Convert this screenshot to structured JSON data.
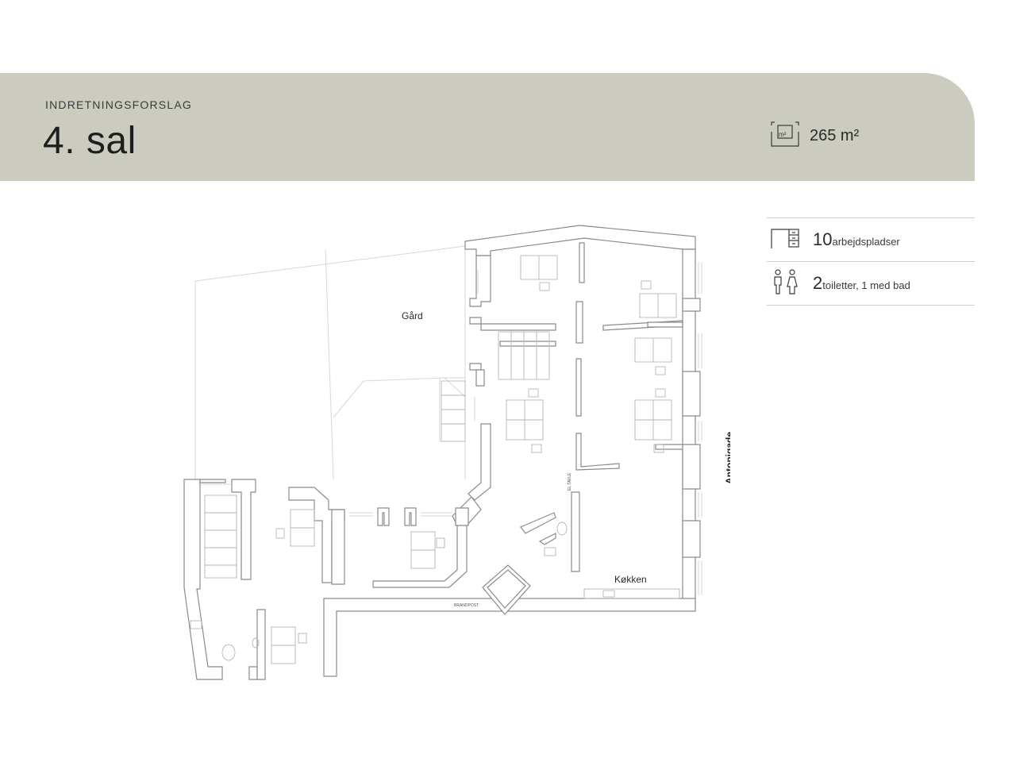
{
  "header": {
    "subtitle": "INDRETNINGSFORSLAG",
    "title": "4. sal",
    "area_value": "265 m²",
    "area_icon": "floor-area-icon"
  },
  "stats": [
    {
      "icon": "workspace-desk-icon",
      "number": "10",
      "label": "arbejdspladser"
    },
    {
      "icon": "toilet-people-icon",
      "number": "2",
      "label": "toiletter, 1 med bad"
    }
  ],
  "floorplan": {
    "labels": {
      "courtyard": "Gård",
      "kitchen": "Køkken",
      "street": "Antonigade",
      "el_tavle": "EL TAVLE",
      "brandpost": "BRANDPOST"
    }
  },
  "colors": {
    "header_band": "#cbcbbf",
    "wall": "#8a8a8a",
    "line": "#b5b5b5"
  }
}
